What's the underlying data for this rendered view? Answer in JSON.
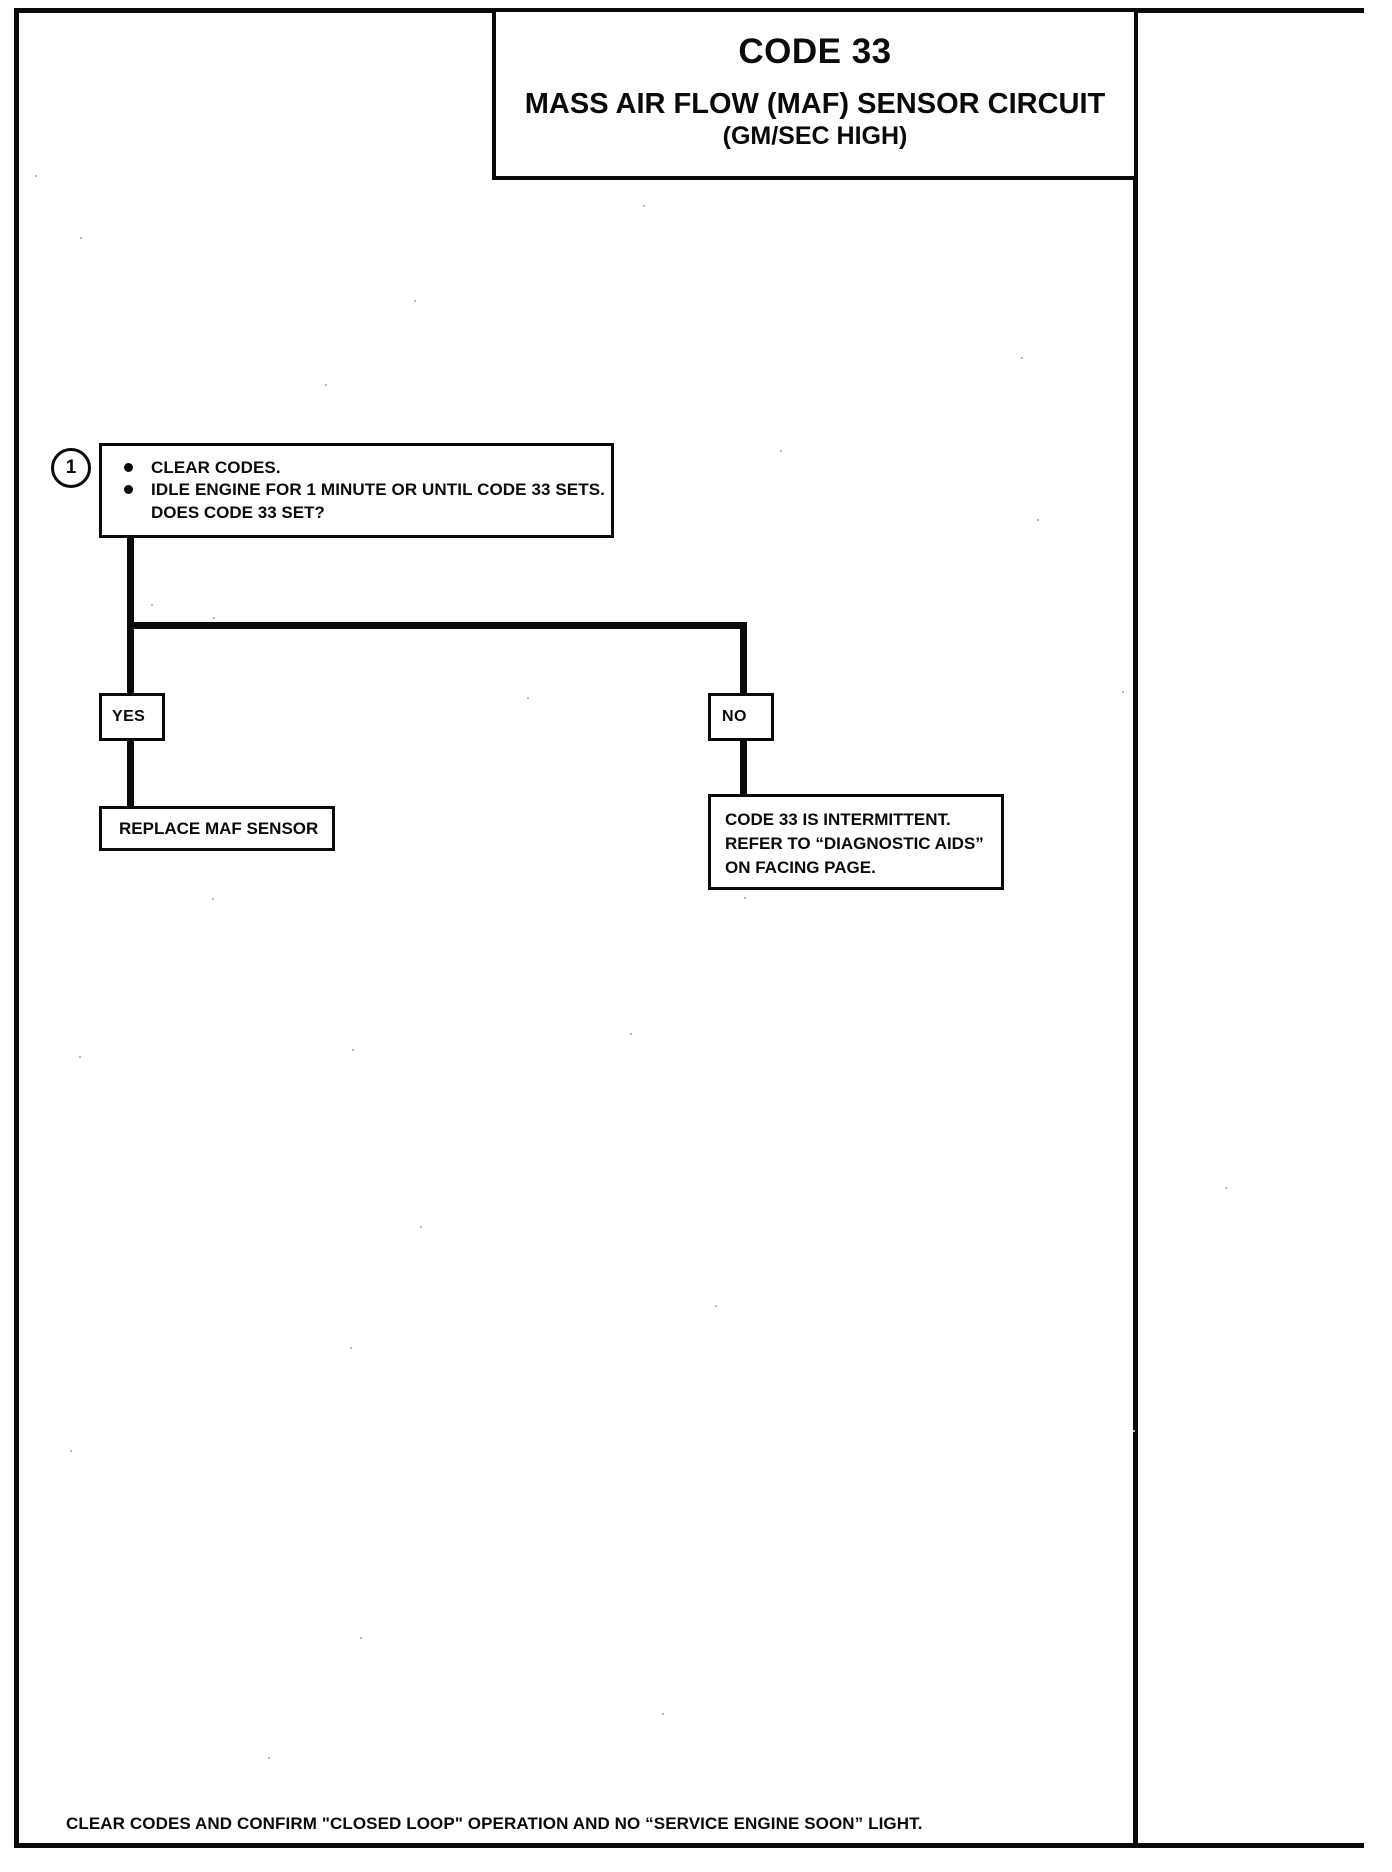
{
  "document": {
    "title_code": "CODE 33",
    "title_main": "MASS AIR FLOW (MAF) SENSOR CIRCUIT",
    "title_sub": "(GM/SEC HIGH)"
  },
  "flowchart": {
    "step1": {
      "number": "1",
      "bullet_1": "CLEAR CODES.",
      "bullet_2": "IDLE ENGINE FOR 1 MINUTE OR  UNTIL CODE 33 SETS.",
      "bullet_2_continuation": "DOES CODE 33 SET?"
    },
    "branch_yes_label": "YES",
    "branch_no_label": "NO",
    "yes_result": "REPLACE MAF SENSOR",
    "no_result": {
      "line_1": "CODE 33 IS INTERMITTENT.",
      "line_2": "REFER TO “DIAGNOSTIC AIDS”",
      "line_3": "ON FACING PAGE."
    }
  },
  "footer": {
    "note": "CLEAR CODES AND CONFIRM \"CLOSED LOOP\"  OPERATION AND NO “SERVICE ENGINE SOON” LIGHT."
  },
  "colors": {
    "ink": "#0a0a0a",
    "paper": "#ffffff"
  }
}
